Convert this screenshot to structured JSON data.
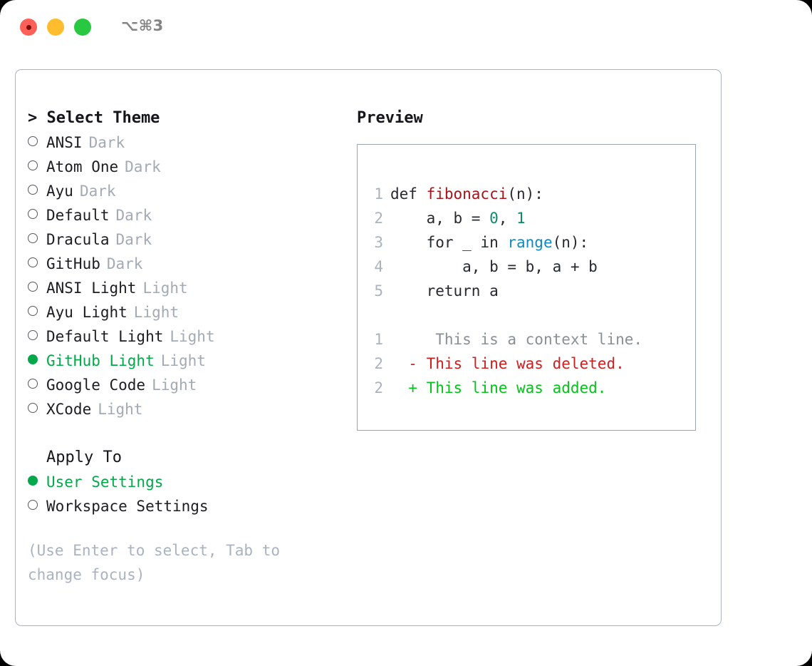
{
  "titlebar": {
    "traffic_lights": [
      "close",
      "minimize",
      "zoom"
    ],
    "shortcut": "⌥⌘3"
  },
  "theme_picker": {
    "header": "> Select Theme",
    "options": [
      {
        "name": "ANSI",
        "kind": "Dark",
        "selected": false
      },
      {
        "name": "Atom One",
        "kind": "Dark",
        "selected": false
      },
      {
        "name": "Ayu",
        "kind": "Dark",
        "selected": false
      },
      {
        "name": "Default",
        "kind": "Dark",
        "selected": false
      },
      {
        "name": "Dracula",
        "kind": "Dark",
        "selected": false
      },
      {
        "name": "GitHub",
        "kind": "Dark",
        "selected": false
      },
      {
        "name": "ANSI Light",
        "kind": "Light",
        "selected": false
      },
      {
        "name": "Ayu Light",
        "kind": "Light",
        "selected": false
      },
      {
        "name": "Default Light",
        "kind": "Light",
        "selected": false
      },
      {
        "name": "GitHub Light",
        "kind": "Light",
        "selected": true
      },
      {
        "name": "Google Code",
        "kind": "Light",
        "selected": false
      },
      {
        "name": "XCode",
        "kind": "Light",
        "selected": false
      }
    ]
  },
  "apply_to": {
    "header": "Apply To",
    "options": [
      {
        "name": "User Settings",
        "selected": true
      },
      {
        "name": "Workspace Settings",
        "selected": false
      }
    ]
  },
  "hint": "(Use Enter to select, Tab to change focus)",
  "preview": {
    "title": "Preview",
    "code_lines": [
      {
        "num": "1",
        "segments": [
          {
            "text": "def ",
            "tok": "plain"
          },
          {
            "text": "fibonacci",
            "tok": "fn"
          },
          {
            "text": "(n):",
            "tok": "plain"
          }
        ]
      },
      {
        "num": "2",
        "segments": [
          {
            "text": "    a, b = ",
            "tok": "plain"
          },
          {
            "text": "0",
            "tok": "num"
          },
          {
            "text": ", ",
            "tok": "plain"
          },
          {
            "text": "1",
            "tok": "num"
          }
        ]
      },
      {
        "num": "3",
        "segments": [
          {
            "text": "    for _ in ",
            "tok": "plain"
          },
          {
            "text": "range",
            "tok": "bi"
          },
          {
            "text": "(n):",
            "tok": "plain"
          }
        ]
      },
      {
        "num": "4",
        "segments": [
          {
            "text": "        a, b = b, a + b",
            "tok": "plain"
          }
        ]
      },
      {
        "num": "5",
        "segments": [
          {
            "text": "    return a",
            "tok": "plain"
          }
        ]
      }
    ],
    "diff_lines": [
      {
        "num": "1",
        "marker": " ",
        "text": "  This is a context line.",
        "kind": "context"
      },
      {
        "num": "2",
        "marker": "-",
        "text": " This line was deleted.",
        "kind": "deleted"
      },
      {
        "num": "2",
        "marker": "+",
        "text": " This line was added.",
        "kind": "added"
      }
    ]
  },
  "colors": {
    "accent_green": "#04a84a",
    "diff_add": "#06c21a",
    "diff_del": "#cc2020",
    "muted": "#a3aab4",
    "hint": "#a9b2bf",
    "token_function": "#a6141a",
    "token_number": "#0d8a6a",
    "token_builtin": "#1189bd",
    "border": "#aab4c0"
  }
}
